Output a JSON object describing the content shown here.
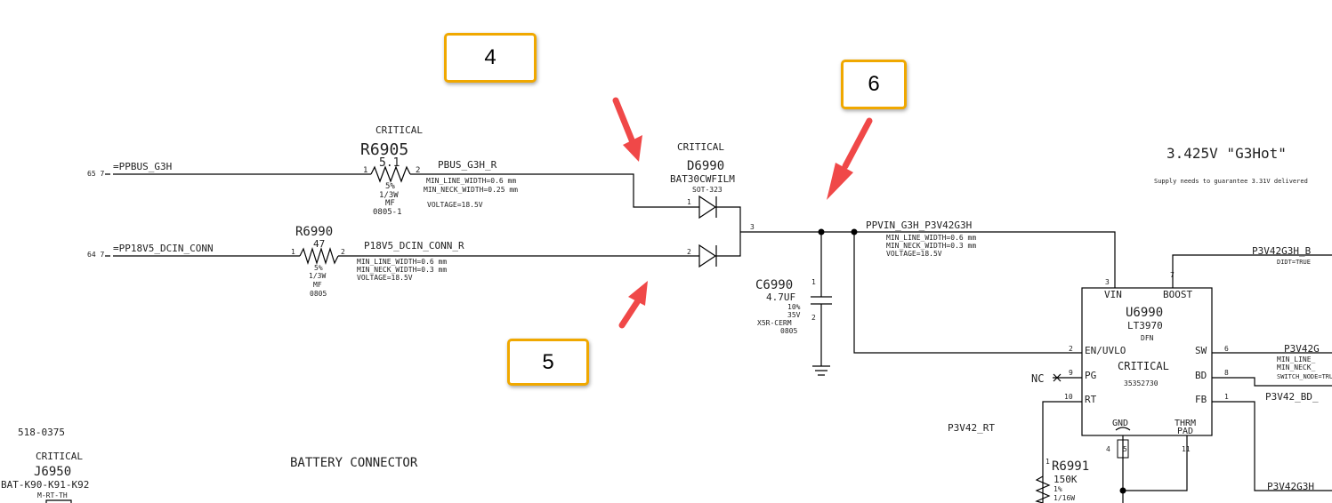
{
  "title": "3.425V \"G3Hot\"",
  "title_note": "Supply needs to guarantee 3.31V delivered",
  "callouts": [
    "4",
    "5",
    "6"
  ],
  "r6905": {
    "critical": "CRITICAL",
    "ref": "R6905",
    "value": "5.1",
    "tol": "5%",
    "power": "1/3W",
    "type": "MF",
    "pkg": "0805-1",
    "pin1": "1",
    "pin2": "2"
  },
  "r6990": {
    "ref": "R6990",
    "value": "47",
    "tol": "5%",
    "power": "1/3W",
    "type": "MF",
    "pkg": "0805",
    "pin1": "1",
    "pin2": "2"
  },
  "d6990": {
    "critical": "CRITICAL",
    "ref": "D6990",
    "part": "BAT30CWFILM",
    "pkg": "SOT-323",
    "pin1": "1",
    "pin2": "2",
    "pin3": "3"
  },
  "c6990": {
    "ref": "C6990",
    "value": "4.7UF",
    "tol": "10%",
    "voltage": "35V",
    "dielectric": "X5R-CERM",
    "pkg": "0805",
    "pin1": "1",
    "pin2": "2"
  },
  "u6990": {
    "ref": "U6990",
    "part": "LT3970",
    "pkg": "DFN",
    "critical": "CRITICAL",
    "pn": "35352730",
    "pins": {
      "vin": "VIN",
      "boost": "BOOST",
      "en": "EN/UVLO",
      "sw": "SW",
      "pg": "PG",
      "bd": "BD",
      "rt": "RT",
      "fb": "FB",
      "gnd": "GND",
      "thrm": "THRM",
      "pad": "PAD"
    },
    "pin_numbers": {
      "vin": "3",
      "boost": "7",
      "en": "2",
      "sw": "6",
      "pg": "9",
      "bd": "8",
      "rt": "10",
      "fb": "1",
      "gnd": "4",
      "gnd2": "5",
      "pad": "11"
    }
  },
  "r6991": {
    "ref": "R6991",
    "value": "150K",
    "tol": "1%",
    "power": "1/16W",
    "pin1": "1"
  },
  "j6950": {
    "pn": "518-0375",
    "critical": "CRITICAL",
    "ref": "J6950",
    "part": "BAT-K90-K91-K92",
    "pkg": "M-RT-TH"
  },
  "nets": {
    "ppbus": "=PPBUS_G3H",
    "ppbus_page": "65 7",
    "pp18v5": "=PP18V5_DCIN_CONN",
    "pp18v5_page": "64 7",
    "pbus_r": "PBUS_G3H_R",
    "p18v5_r": "P18V5_DCIN_CONN_R",
    "ppvin": "PPVIN_G3H_P3V42G3H",
    "p3v42_boost": "P3V42G3H_B",
    "p3v42_sw": "P3V42G",
    "p3v42_bd": "P3V42_BD_",
    "p3v42_rt": "P3V42_RT",
    "p3v42_fb": "P3V42G3H",
    "nc": "NC"
  },
  "constraints": {
    "pbus": [
      "MIN_LINE_WIDTH=0.6 mm",
      "MIN_NECK_WIDTH=0.25 mm",
      "VOLTAGE=18.5V"
    ],
    "p18v5": [
      "MIN_LINE_WIDTH=0.6 mm",
      "MIN_NECK_WIDTH=0.3 mm",
      "VOLTAGE=18.5V"
    ],
    "ppvin": [
      "MIN_LINE_WIDTH=0.6 mm",
      "MIN_NECK_WIDTH=0.3 mm",
      "VOLTAGE=18.5V"
    ],
    "sw": [
      "MIN_LINE_",
      "MIN_NECK_",
      "SWITCH_NODE=TRUE"
    ],
    "boost_note": "DIDT=TRUE"
  },
  "section_label": "BATTERY CONNECTOR"
}
